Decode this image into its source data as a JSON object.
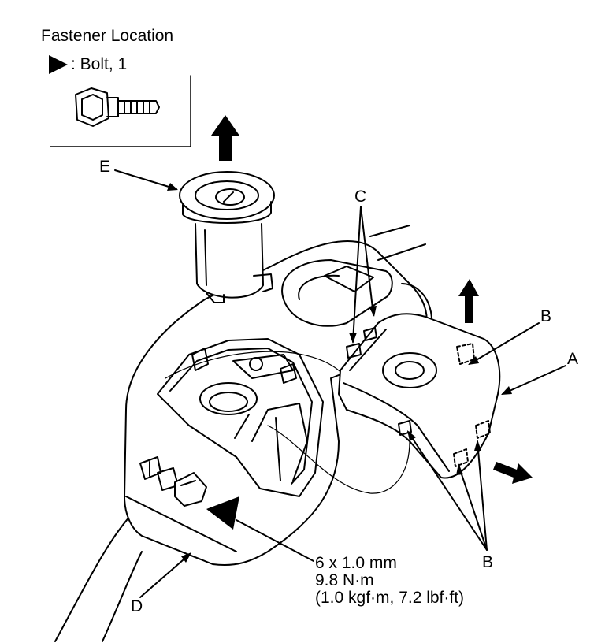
{
  "legend": {
    "title": "Fastener Location",
    "entry": ": Bolt, 1"
  },
  "callouts": {
    "A": "A",
    "B_upper": "B",
    "B_lower": "B",
    "C": "C",
    "D": "D",
    "E": "E"
  },
  "spec": {
    "size": "6 x 1.0 mm",
    "torque_nm": "9.8 N·m",
    "torque_alt": "(1.0 kgf·m, 7.2 lbf·ft)"
  }
}
